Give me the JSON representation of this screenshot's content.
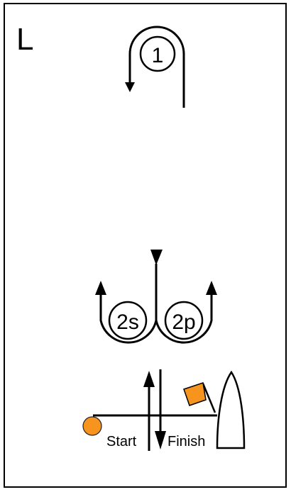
{
  "course": {
    "letter": "L",
    "marks": {
      "windward": "1",
      "gate_starboard": "2s",
      "gate_port": "2p"
    },
    "start_label": "Start",
    "finish_label": "Finish",
    "colors": {
      "pin_buoy": "#f7941d",
      "flag": "#f7941d",
      "lines": "#000000",
      "background": "#ffffff"
    },
    "icons": [
      "pin-buoy-icon",
      "committee-boat-icon",
      "flag-icon",
      "arrow-icon"
    ]
  }
}
